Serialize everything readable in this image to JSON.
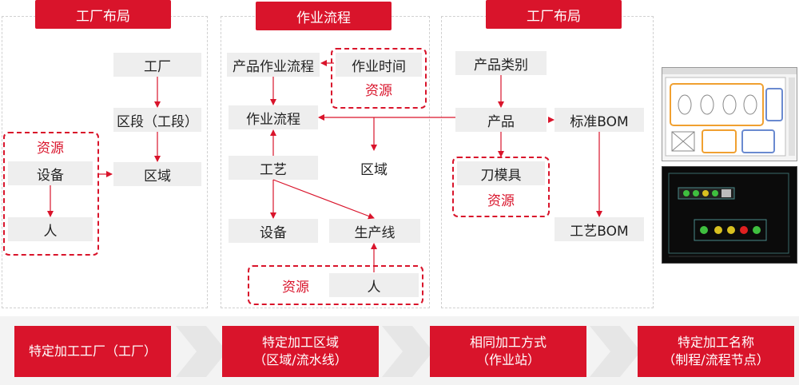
{
  "colors": {
    "accent": "#d9142b",
    "box": "#eeeeee",
    "line": "#d9142b"
  },
  "panel1": {
    "header": "工厂布局",
    "factory": "工厂",
    "section": "区段（工段）",
    "area": "区域",
    "resource_label": "资源",
    "equipment": "设备",
    "person": "人"
  },
  "panel2": {
    "header": "作业流程",
    "product_flow": "产品作业流程",
    "work_time": "作业时间",
    "resource_label_top": "资源",
    "workflow": "作业流程",
    "area": "区域",
    "process": "工艺",
    "equipment": "设备",
    "production_line": "生产线",
    "resource_label_bottom": "资源",
    "person": "人"
  },
  "panel3": {
    "header": "工厂布局",
    "product_category": "产品类别",
    "product": "产品",
    "standard_bom": "标准BOM",
    "tooling": "刀模具",
    "resource_label": "资源",
    "process_bom": "工艺BOM"
  },
  "bottom": [
    {
      "line1": "特定加工工厂（工厂）",
      "line2": ""
    },
    {
      "line1": "特定加工区域",
      "line2": "（区域/流水线）"
    },
    {
      "line1": "相同加工方式",
      "line2": "（作业站）"
    },
    {
      "line1": "特定加工名称",
      "line2": "（制程/流程节点）"
    }
  ],
  "screenshots": [
    {
      "name": "factory-layout-screenshot-top",
      "icon": "layout-diagram"
    },
    {
      "name": "factory-monitor-screenshot-bottom",
      "icon": "dark-monitor"
    }
  ]
}
